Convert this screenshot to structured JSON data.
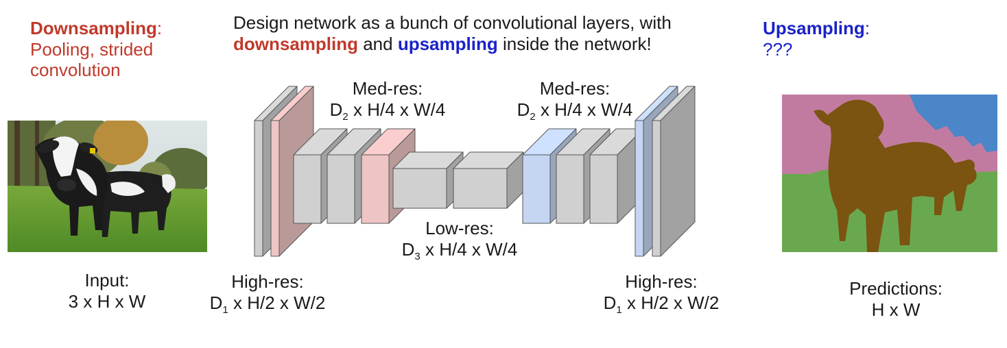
{
  "left_note": {
    "title": "Downsampling",
    "colon": ":",
    "line1": "Pooling, strided",
    "line2": "convolution"
  },
  "header": {
    "line1": "Design network as a bunch of convolutional layers, with",
    "down_word": "downsampling",
    "and_word": " and ",
    "up_word": "upsampling",
    "tail": " inside the network!"
  },
  "right_note": {
    "title": "Upsampling",
    "colon": ":",
    "line1": "???"
  },
  "labels": {
    "input_l1": "Input:",
    "input_l2": "3 x H x W",
    "highres_l_l1": "High-res:",
    "highres_l_D": "D",
    "highres_l_sub": "1",
    "highres_l_rest": " x H/2 x W/2",
    "medres_l_l1": "Med-res:",
    "medres_l_D": "D",
    "medres_l_sub": "2",
    "medres_l_rest": " x H/4 x W/4",
    "lowres_l1": "Low-res:",
    "lowres_D": "D",
    "lowres_sub": "3",
    "lowres_rest": " x H/4 x W/4",
    "medres_r_l1": "Med-res:",
    "medres_r_D": "D",
    "medres_r_sub": "2",
    "medres_r_rest": " x H/4 x W/4",
    "highres_r_l1": "High-res:",
    "highres_r_D": "D",
    "highres_r_sub": "1",
    "highres_r_rest": " x H/2 x W/2",
    "pred_l1": "Predictions:",
    "pred_l2": "H x W"
  },
  "colors": {
    "down_accent": "#c0392b",
    "up_accent": "#1a22c8",
    "block_gray": "#d0d0d0",
    "block_pink": "#eec4c4",
    "block_blue": "#c4d6f2",
    "seg_cow": "#7a5410",
    "seg_grass": "#6aa84f",
    "seg_tree": "#c27ba0",
    "seg_sky": "#4a86c8"
  }
}
